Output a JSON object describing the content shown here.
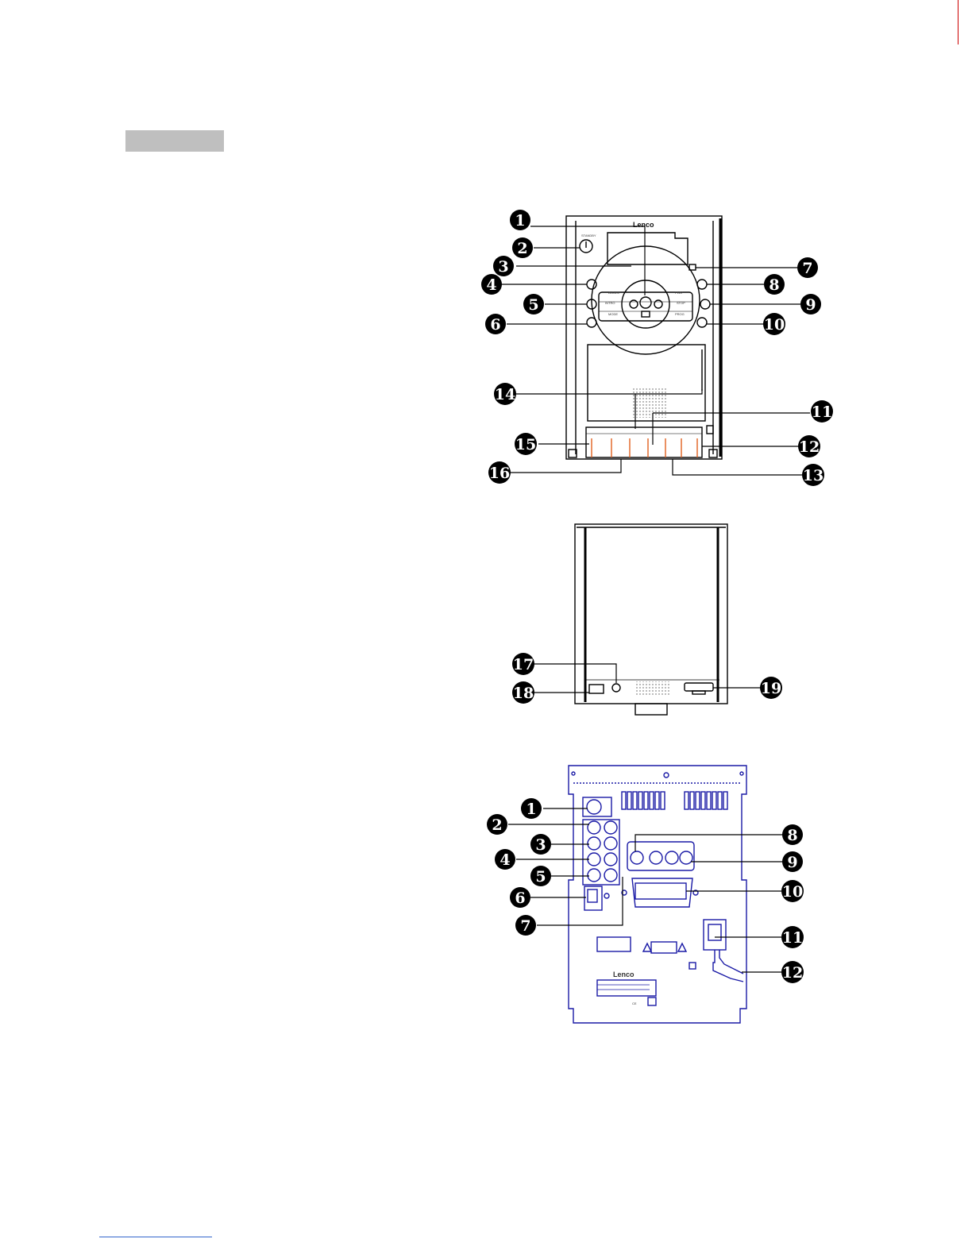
{
  "colors": {
    "header_bar": "#bfbfbf",
    "front_stroke": "#000000",
    "rear_panel_stroke": "#1a1aa6",
    "accent_line": "#e06020",
    "footer_line": "#3366cc"
  },
  "front_view": {
    "brand_logo": "Lenco",
    "callouts": [
      "1",
      "2",
      "3",
      "4",
      "5",
      "6",
      "7",
      "8",
      "9",
      "10",
      "11",
      "12",
      "13",
      "14",
      "15",
      "16"
    ]
  },
  "top_view": {
    "callouts": [
      "17",
      "18",
      "19"
    ]
  },
  "rear_view": {
    "brand_logo": "Lenco",
    "ce_mark": "CE",
    "callouts": [
      "1",
      "2",
      "3",
      "4",
      "5",
      "6",
      "7",
      "8",
      "9",
      "10",
      "11",
      "12"
    ]
  }
}
